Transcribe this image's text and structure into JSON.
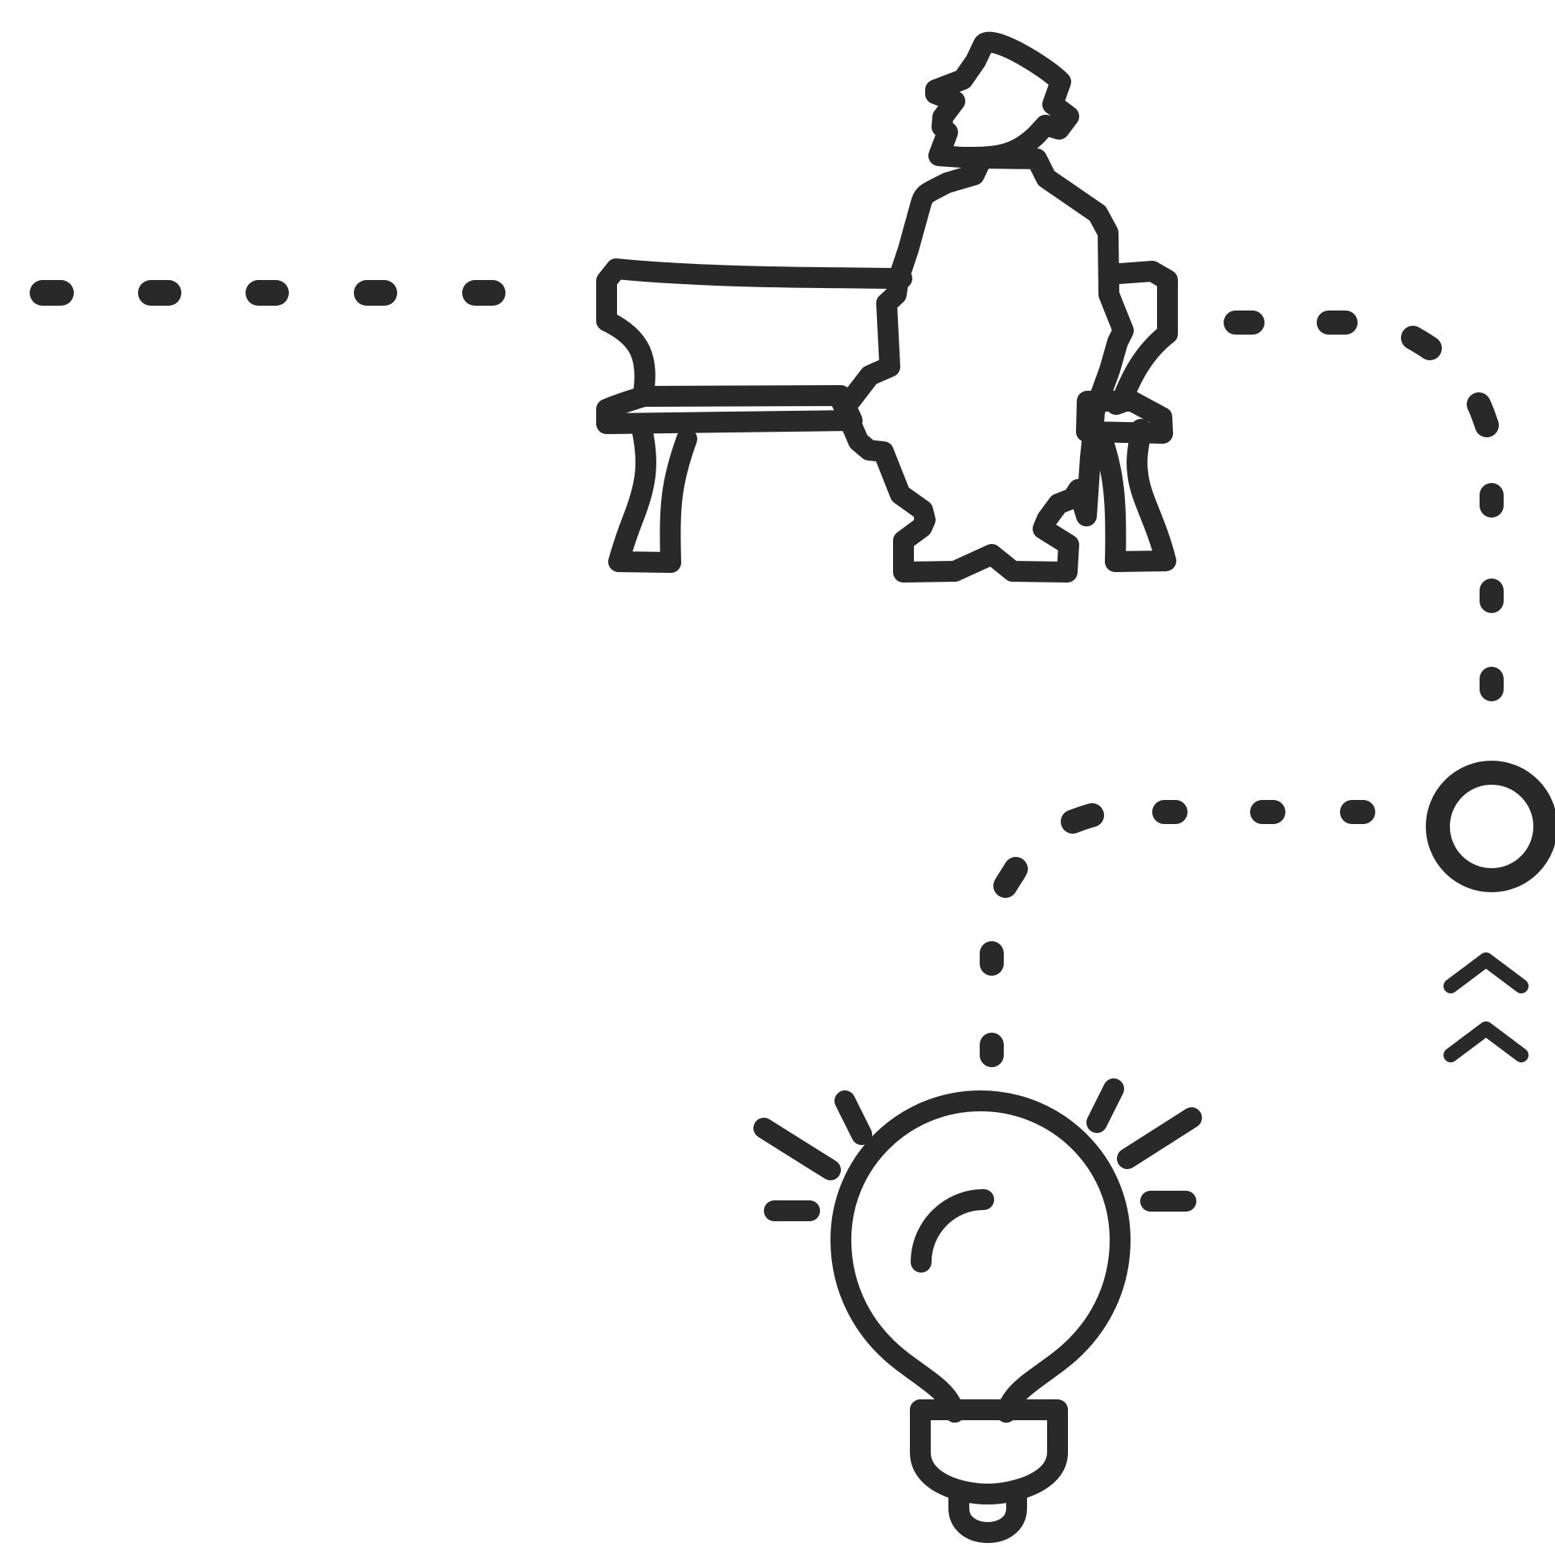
{
  "illustration": {
    "subjects": [
      "dashed-path",
      "person-at-desk",
      "end-circle",
      "double-chevron-up",
      "idea-lightbulb"
    ],
    "colors": {
      "stroke": "#2a2929",
      "background": "#ffffff"
    }
  }
}
